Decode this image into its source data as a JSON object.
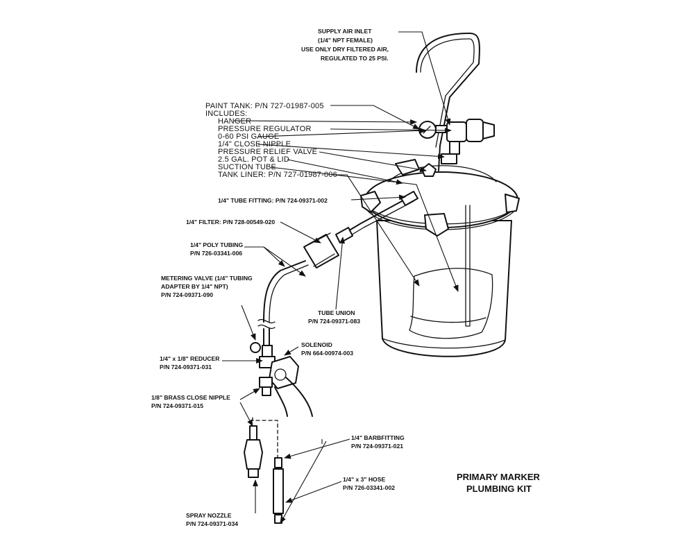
{
  "title": {
    "line1": "PRIMARY MARKER",
    "line2": "PLUMBING KIT"
  },
  "supply": {
    "line1": "SUPPLY AIR INLET",
    "line2": "(1/4\" NPT FEMALE)",
    "line3": "USE ONLY DRY FILTERED AIR,",
    "line4": "REGULATED TO 25 PSI."
  },
  "tank": {
    "header": "PAINT TANK: P/N 727-01987-005",
    "includes": "INCLUDES:",
    "items": [
      "HANGER",
      "PRESSURE REGULATOR",
      "0-60 PSI GAUGE",
      "1/4\" CLOSE NIPPLE",
      "PRESSURE RELIEF VALVE",
      "2.5 GAL. POT & LID",
      "SUCTION TUBE",
      "TANK LINER: P/N 727-01987-006"
    ]
  },
  "parts": {
    "tube_fitting": "1/4\" TUBE FITTING: P/N 724-09371-002",
    "filter": "1/4\" FILTER: P/N 728-00549-020",
    "poly_line1": "1/4\" POLY TUBING",
    "poly_line2": "P/N 726-03341-006",
    "meter_line1": "METERING VALVE (1/4\" TUBING",
    "meter_line2": "ADAPTER BY 1/4\" NPT)",
    "meter_line3": "P/N 724-09371-090",
    "union_line1": "TUBE UNION",
    "union_line2": "P/N 724-09371-083",
    "reducer_line1": "1/4\" x 1/8\" REDUCER",
    "reducer_line2": "P/N 724-09371-031",
    "solenoid_line1": "SOLENOID",
    "solenoid_line2": "P/N 664-00974-003",
    "brass_line1": "1/8\" BRASS CLOSE NIPPLE",
    "brass_line2": "P/N 724-09371-015",
    "barb_line1": "1/4\" BARBFITTING",
    "barb_line2": "P/N 724-09371-021",
    "hose_line1": "1/4\" x 3\" HOSE",
    "hose_line2": "P/N 726-03341-002",
    "nozzle_line1": "SPRAY NOZZLE",
    "nozzle_line2": "P/N 724-09371-034"
  }
}
